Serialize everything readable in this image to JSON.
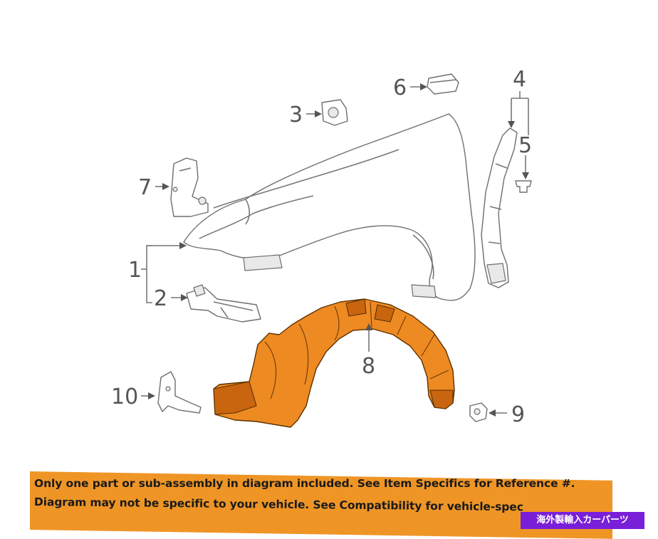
{
  "callouts": {
    "c1": "1",
    "c2": "2",
    "c3": "3",
    "c4": "4",
    "c5": "5",
    "c6": "6",
    "c7": "7",
    "c8": "8",
    "c9": "9",
    "c10": "10"
  },
  "banner": {
    "line1": "Only one part or sub-assembly in diagram included. See Item Specifics for Reference #.",
    "line2": "Diagram may not be specific to your vehicle. See Compatibility for vehicle-spec"
  },
  "store_badge": "海外製輸入カーパーツ",
  "colors": {
    "highlight_part": "#ee8a22",
    "banner": "#ef9526",
    "badge": "#7a1fd8",
    "line_art": "#6e6e6e"
  }
}
